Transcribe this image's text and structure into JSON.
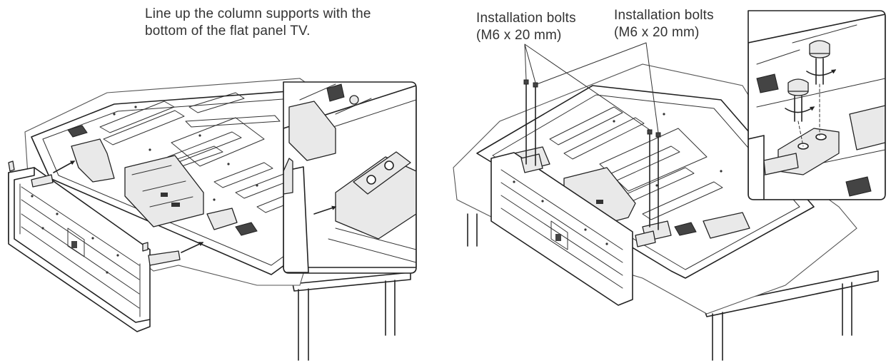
{
  "captions": {
    "left_line1": "Line up the column supports with the",
    "left_line2": "bottom of the flat panel TV.",
    "bolt_a_line1": "Installation bolts",
    "bolt_a_line2": "(M6 x 20 mm)",
    "bolt_b_line1": "Installation bolts",
    "bolt_b_line2": "(M6 x 20 mm)"
  },
  "figures": {
    "left": {
      "inset_icon": "magnifier-inset",
      "arrow_icon": "insert-arrow"
    },
    "right": {
      "inset_icon": "magnifier-inset",
      "bolt_icon": "bolt-icon",
      "rotate_icon": "rotation-arrow-icon"
    }
  }
}
